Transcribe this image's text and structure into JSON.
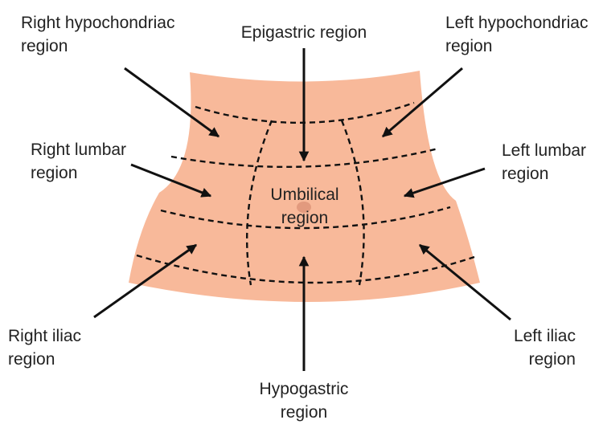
{
  "colors": {
    "skin": "#f8b99a",
    "navel": "#e29a7e",
    "line": "#111111",
    "text": "#222222"
  },
  "labels": {
    "right_hypochondriac": {
      "line1": "Right hypochondriac",
      "line2": "region"
    },
    "epigastric": {
      "line1": "Epigastric region"
    },
    "left_hypochondriac": {
      "line1": "Left hypochondriac",
      "line2": "region"
    },
    "right_lumbar": {
      "line1": "Right lumbar",
      "line2": "region"
    },
    "umbilical": {
      "line1": "Umbilical",
      "line2": "region"
    },
    "left_lumbar": {
      "line1": "Left lumbar",
      "line2": "region"
    },
    "right_iliac": {
      "line1": "Right iliac",
      "line2": "region"
    },
    "hypogastric": {
      "line1": "Hypogastric",
      "line2": "region"
    },
    "left_iliac": {
      "line1": "Left iliac",
      "line2": "region"
    }
  }
}
